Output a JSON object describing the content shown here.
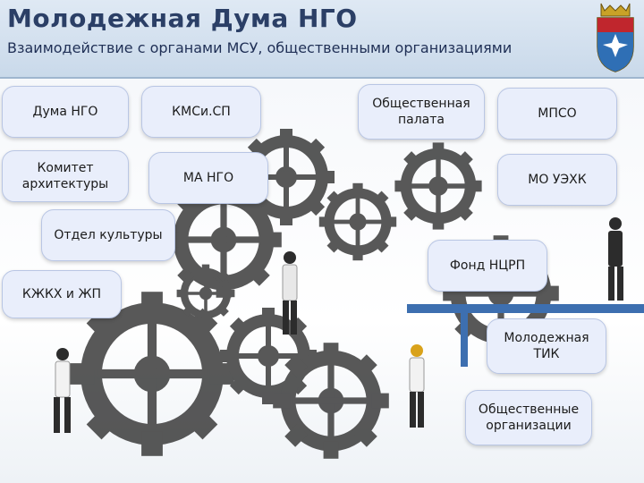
{
  "header": {
    "title": "Молодежная Дума НГО",
    "subtitle": "Взаимодействие с органами МСУ, общественными организациями"
  },
  "boxes": [
    "Дума НГО",
    "КМСи.СП",
    "Общественная палата",
    "МПСО",
    "Комитет архитектуры",
    "МА НГО",
    "МО УЭХК",
    "Отдел культуры",
    "Фонд НЦРП",
    "КЖКХ и ЖП",
    "Молодежная ТИК",
    "Общественные организации"
  ],
  "colors": {
    "header_bg": "#d4e1ef",
    "title": "#2b3f66",
    "box_bg": "#e9eefb",
    "gear": "#3a3a3a",
    "emblem_red": "#c0262d",
    "emblem_blue": "#2f6fb5"
  }
}
